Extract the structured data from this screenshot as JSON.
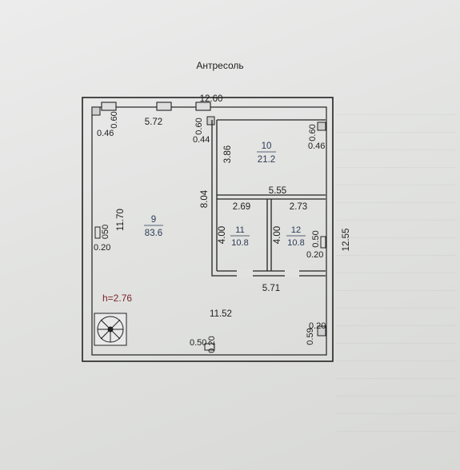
{
  "title": "Антресоль",
  "height_label": "h=2.76",
  "rooms": [
    {
      "number": "9",
      "area": "83.6"
    },
    {
      "number": "10",
      "area": "21.2"
    },
    {
      "number": "11",
      "area": "10.8"
    },
    {
      "number": "12",
      "area": "10.8"
    }
  ],
  "dims": {
    "top_total": "12.60",
    "top_left": "5.72",
    "right_total": "12.55",
    "bottom_total": "11.52",
    "left_height": "11.70",
    "partition_height": "8.04",
    "room10_height": "3.86",
    "room10_width": "5.55",
    "room11_width": "2.69",
    "room12_width": "2.73",
    "room11_height": "4.00",
    "room12_height": "4.00",
    "rooms_bottom": "5.71",
    "tl_v": "0.60",
    "tl_h": "0.46",
    "tm_v": "0.60",
    "tm_h": "0.44",
    "tr_v": "0.60",
    "tr_h": "0.46",
    "left_v": "050",
    "left_h": "0.20",
    "r12_v": "0.50",
    "r12_h": "0.20",
    "br_v": "0.59",
    "br_h": "0.20",
    "bm_h": "0.50",
    "bm_v": "0.20"
  }
}
